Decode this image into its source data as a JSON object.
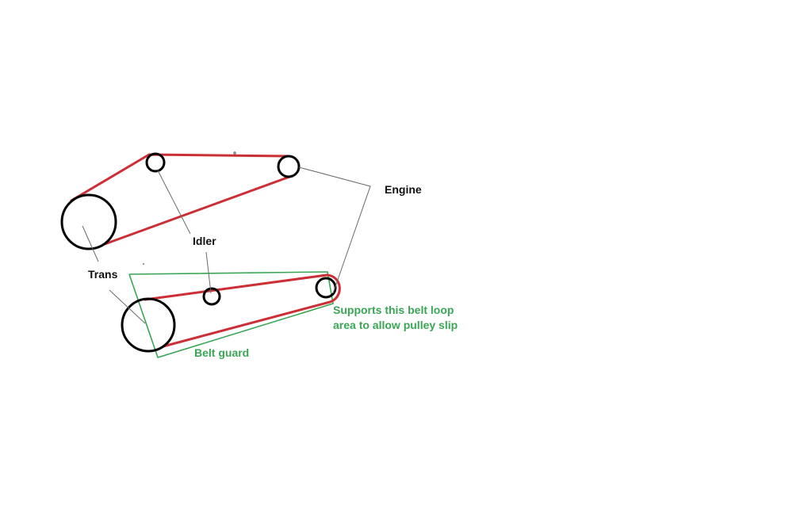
{
  "labels": {
    "engine": "Engine",
    "idler": "Idler",
    "trans": "Trans",
    "belt_guard": "Belt guard",
    "supports_line1": "Supports this belt loop",
    "supports_line2": "area to allow pulley slip"
  },
  "colors": {
    "background": "#ffffff",
    "belt": "#cc2f36",
    "pulley": "#000000",
    "leader": "#6a6a6a",
    "guard": "#3aa655",
    "text_dark": "#111111",
    "text_green": "#3aa655"
  },
  "icons": {
    "pulley": "circle-outline",
    "belt": "red-polyline",
    "guard": "green-outline"
  }
}
